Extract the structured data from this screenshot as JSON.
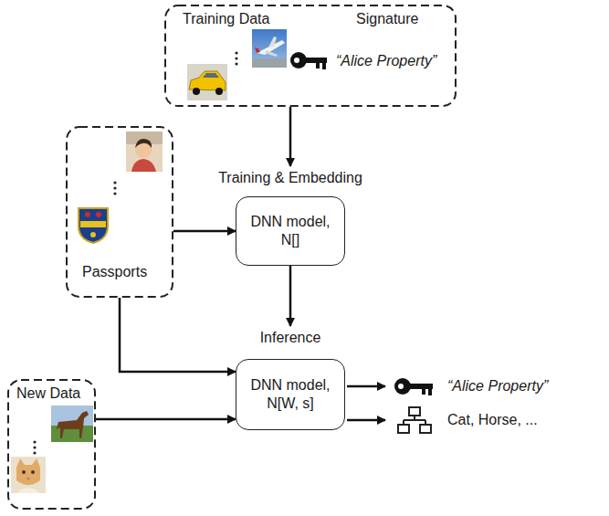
{
  "diagram": {
    "nodes": [
      {
        "text": [
          "Training Data",
          "Signature",
          "“Alice Property”"
        ]
      },
      {
        "text": [
          "Passports"
        ]
      },
      {
        "text": [
          "Training & Embedding",
          "DNN model, N[]"
        ]
      },
      {
        "text": [
          "Inference",
          "DNN model, N[W, s]"
        ]
      },
      {
        "text": [
          "New Data"
        ]
      }
    ],
    "edges": [
      {
        "from": 0,
        "to": 2,
        "arrow": "to"
      },
      {
        "from": 1,
        "to": 2,
        "arrow": "to"
      },
      {
        "from": 2,
        "to": 3,
        "arrow": "to"
      },
      {
        "from": 1,
        "to": 3,
        "arrow": "to"
      },
      {
        "from": 4,
        "to": 3,
        "arrow": "to"
      }
    ],
    "labels": [
      "“Alice Property”",
      "Cat, Horse, ..."
    ]
  }
}
